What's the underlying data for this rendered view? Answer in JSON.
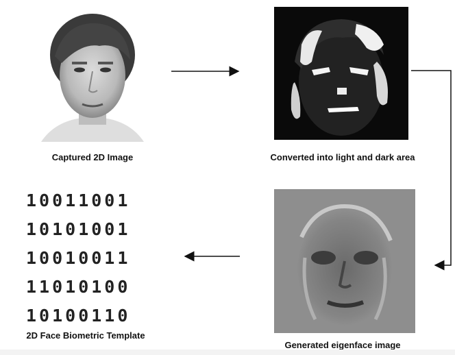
{
  "captions": {
    "captured": "Captured 2D Image",
    "converted": "Converted into light and dark area",
    "eigenface": "Generated eigenface image",
    "template": "2D Face Biometric Template"
  },
  "binary_rows": [
    "10011001",
    "10101001",
    "10010011",
    "11010100",
    "10100110"
  ],
  "colors": {
    "arrow": "#111111",
    "dark_bg": "#0a0a0a",
    "eigen_bg": "#8e8e8e"
  }
}
